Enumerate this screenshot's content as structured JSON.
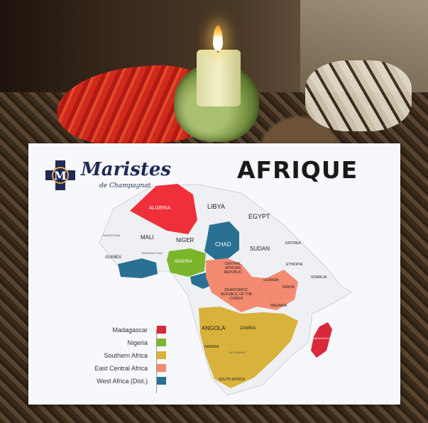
{
  "poster": {
    "brand": "Maristes",
    "brand_sub": "de Champagnat",
    "logo_letter": "M",
    "title": "AFRIQUE"
  },
  "regions": {
    "algeria": "ALGERIA",
    "libya": "LIBYA",
    "egypt": "EGYPT",
    "mali": "MALI",
    "niger": "NIGER",
    "chad": "CHAD",
    "sudan": "SUDAN",
    "eritrea": "ERITREA",
    "ethiopia": "ETHIOPIA",
    "somalia": "SOMALIA",
    "guinea": "GUINEA",
    "nigeria": "NIGERIA",
    "car": "CENTRAL AFRICAN REPUBLIC",
    "drc": "DEMOCRATIC REPUBLIC OF THE CONGO",
    "uganda": "UGANDA",
    "kenya": "KENYA",
    "tanzania": "TANZANIA",
    "angola": "ANGOLA",
    "zambia": "ZAMBIA",
    "namibia": "NAMIBIA",
    "south_africa": "SOUTH AFRICA",
    "mauritania": "MAURITANIA",
    "burkina": "BURKINA FASO",
    "botswana": "BOTSWANA",
    "madagascar_map": "MADAGASCAR"
  },
  "legend": [
    {
      "label": "Madagascar",
      "color": "#d8283a"
    },
    {
      "label": "Nigeria",
      "color": "#7bb52c"
    },
    {
      "label": "Southern Africa",
      "color": "#d8b23a"
    },
    {
      "label": "East Central Africa",
      "color": "#f48a70"
    },
    {
      "label": "West Africa (Dist.)",
      "color": "#2a7092"
    }
  ]
}
